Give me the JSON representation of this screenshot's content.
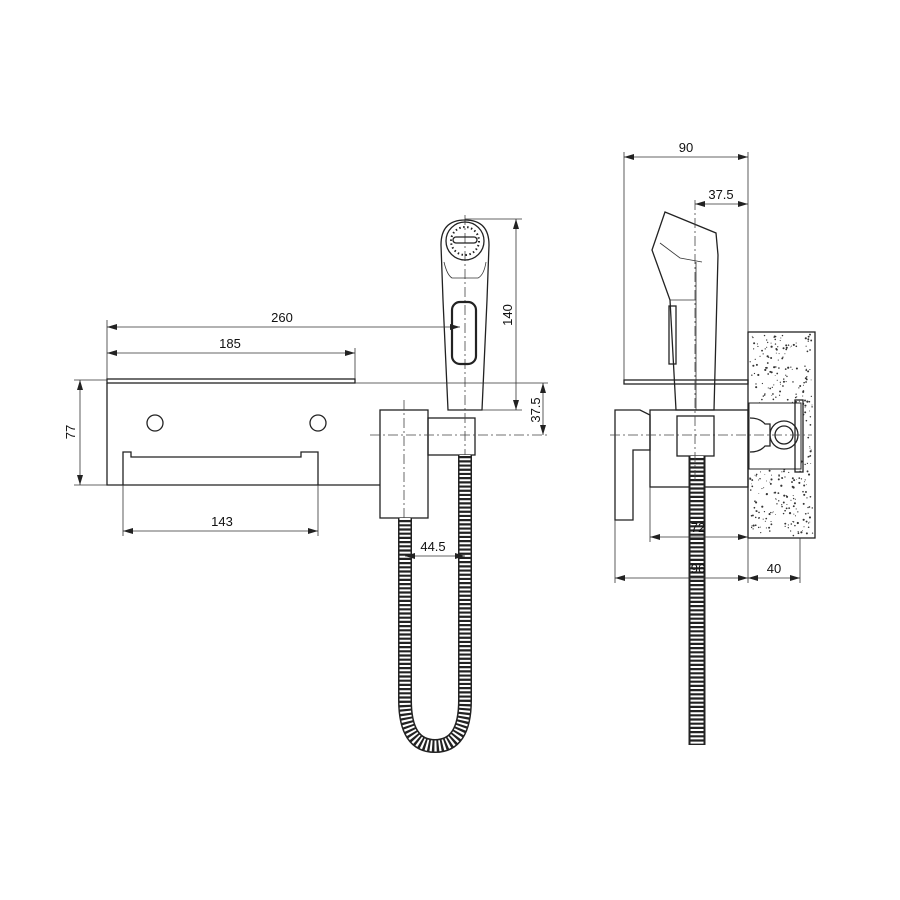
{
  "drawing": {
    "front_view": {
      "dim_overall_width": "260",
      "dim_shelf_width": "185",
      "dim_plate_height": "77",
      "dim_holder_width": "143",
      "dim_handshower_length": "140",
      "dim_handshower_offset": "37.5",
      "dim_hose_offset": "44.5"
    },
    "side_view": {
      "dim_shelf_depth": "90",
      "dim_handshower_depth": "37.5",
      "dim_body_depth": "72",
      "dim_total_depth": "96",
      "dim_wall_depth": "40"
    },
    "colors": {
      "line": "#222222",
      "background": "#ffffff"
    }
  }
}
